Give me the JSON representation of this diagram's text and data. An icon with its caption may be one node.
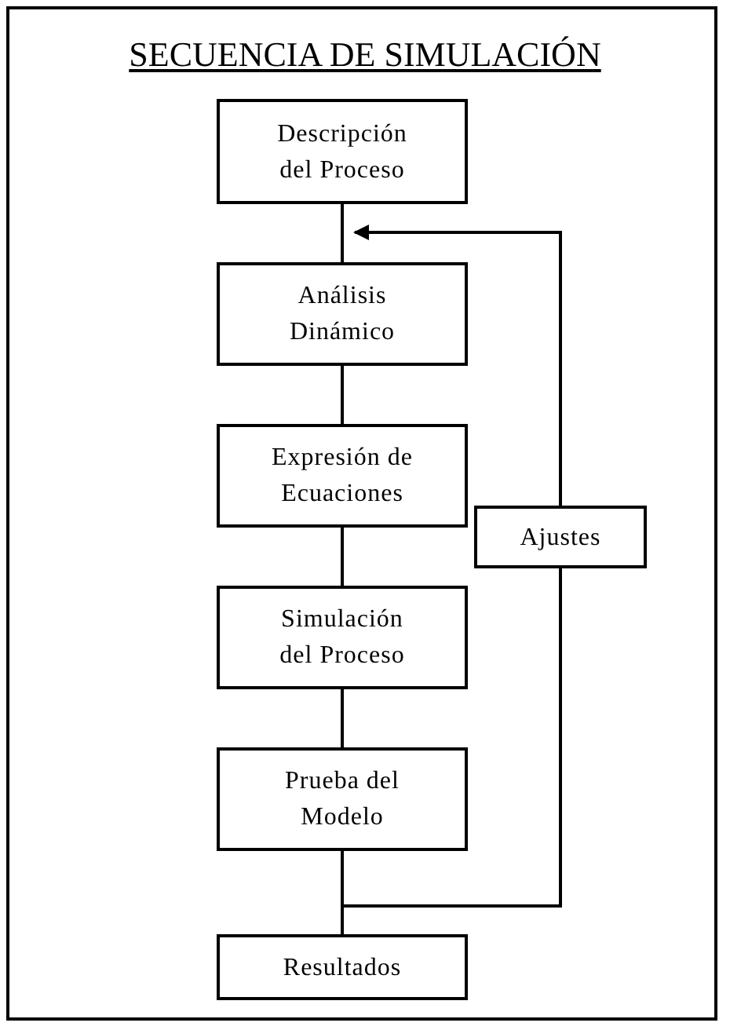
{
  "diagram": {
    "title": "SECUENCIA DE SIMULACIÓN",
    "nodes": [
      {
        "text": [
          "Descripción del Proceso"
        ]
      },
      {
        "text": [
          "Análisis Dinámico"
        ]
      },
      {
        "text": [
          "Expresión de Ecuaciones"
        ]
      },
      {
        "text": [
          "Simulación del Proceso"
        ]
      },
      {
        "text": [
          "Prueba del Modelo"
        ]
      },
      {
        "text": [
          "Resultados"
        ]
      },
      {
        "text": [
          "Ajustes"
        ]
      }
    ],
    "edges": [
      {
        "from": 0,
        "to": 1,
        "arrow": "none"
      },
      {
        "from": 1,
        "to": 2,
        "arrow": "none"
      },
      {
        "from": 2,
        "to": 3,
        "arrow": "none"
      },
      {
        "from": 3,
        "to": 4,
        "arrow": "none"
      },
      {
        "from": 4,
        "to": 5,
        "arrow": "none"
      },
      {
        "from": 4,
        "to": 6,
        "arrow": "none"
      },
      {
        "from": 6,
        "to": 0,
        "arrow": "to"
      }
    ]
  }
}
